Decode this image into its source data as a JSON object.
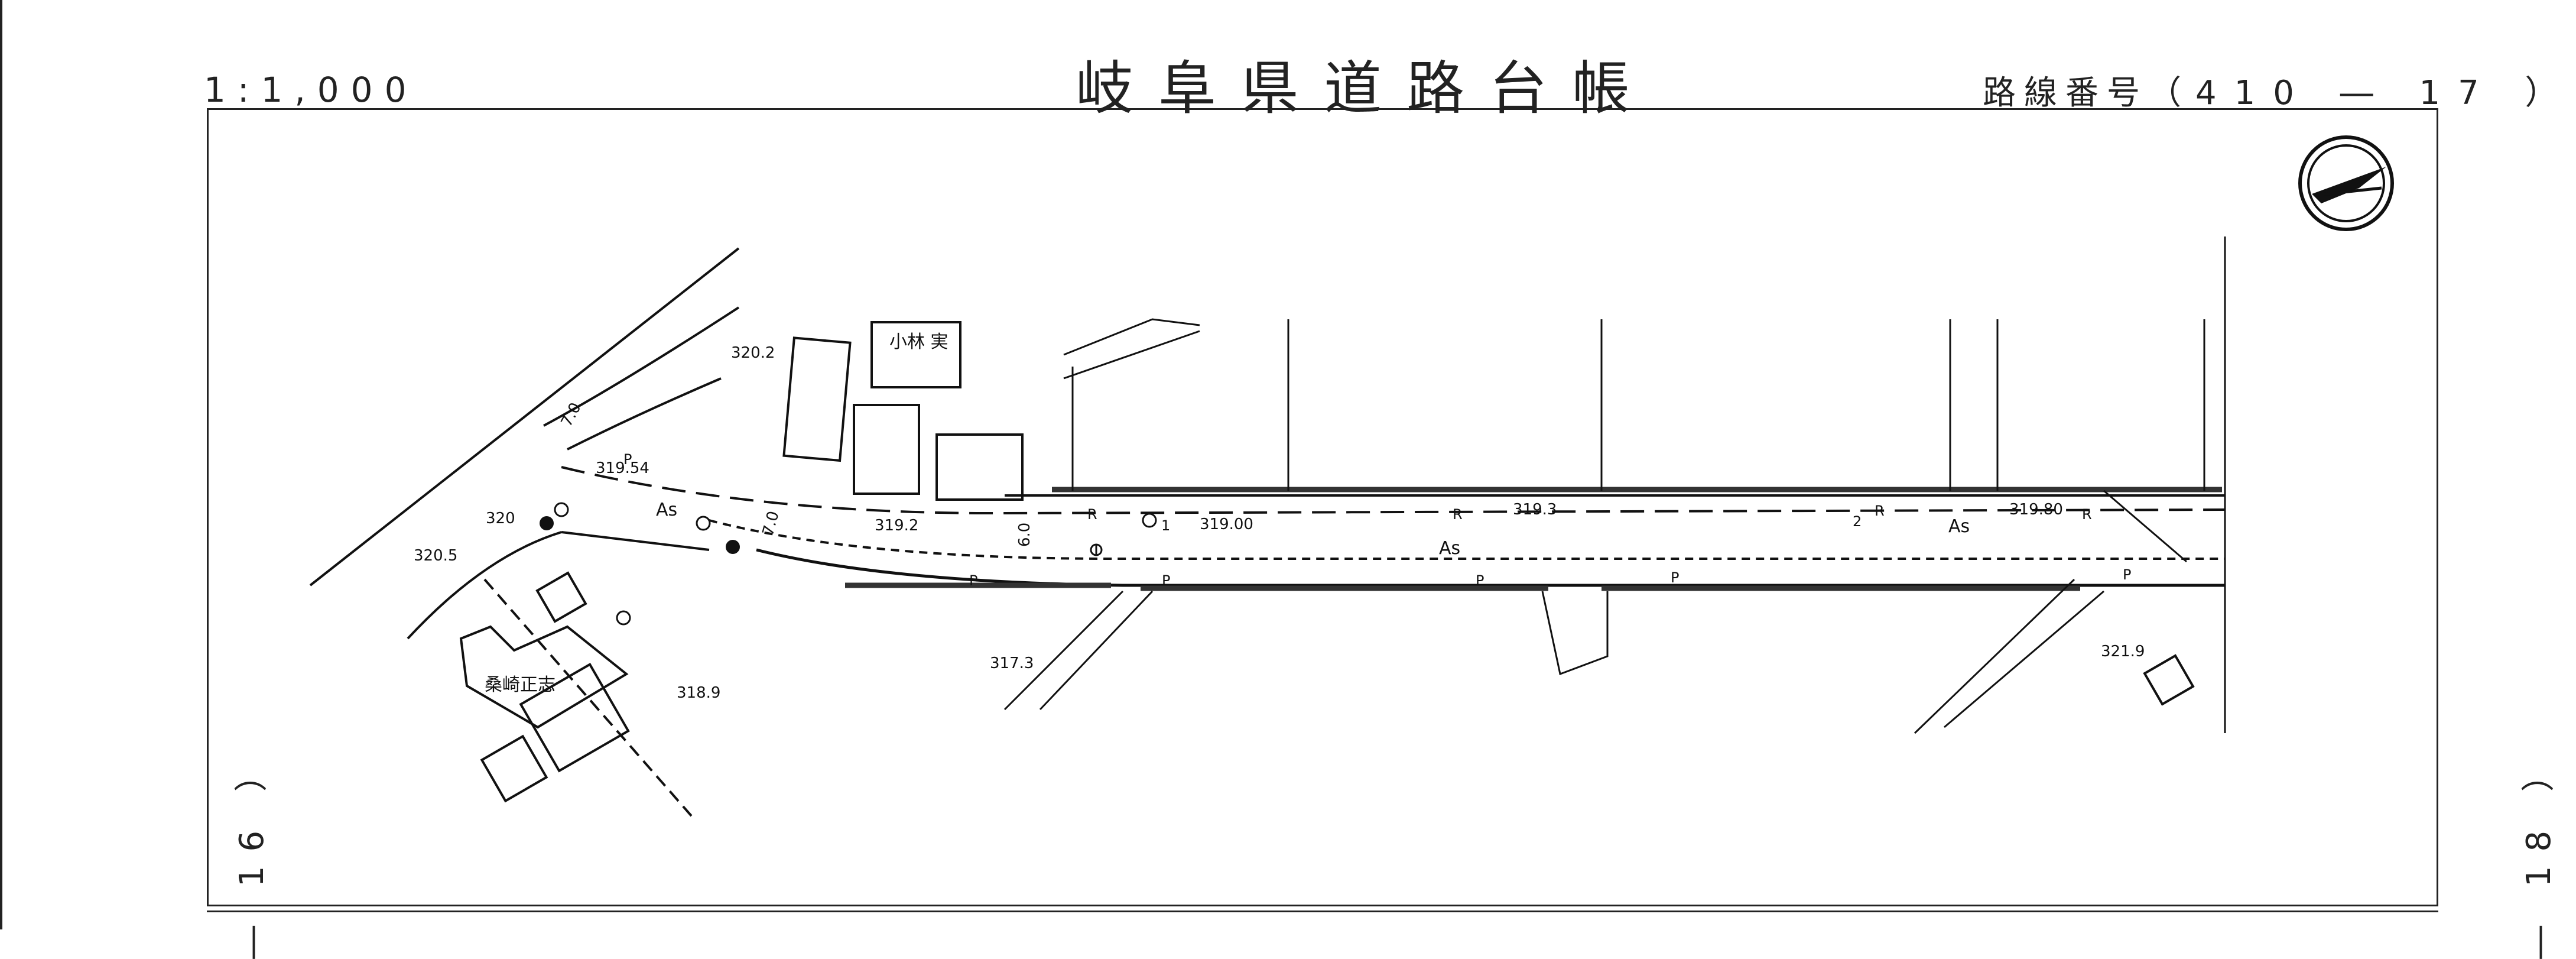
{
  "header": {
    "scale": "1:1,000",
    "title": "岐阜県道路台帳",
    "route_label": "路線番号（",
    "route_number": "410 ― 17 ）"
  },
  "sheet_refs": {
    "left": "― 16 ）",
    "right": "― 18 ）"
  },
  "map": {
    "owners": [
      "小林 実",
      "桑崎正志"
    ],
    "elevations": [
      "320.2",
      "319.54",
      "320.5",
      "319.2",
      "319.00",
      "319.3",
      "319.80",
      "318.9",
      "317.3",
      "321.9",
      "320"
    ],
    "surface": [
      "As",
      "As",
      "As"
    ],
    "road_marks": [
      "R",
      "R",
      "R",
      "R",
      "P",
      "P",
      "P",
      "P",
      "P",
      "P"
    ],
    "widths": [
      "7.0",
      "7.0",
      "6.0"
    ],
    "points": [
      "1",
      "2"
    ],
    "icons": [
      "north-arrow-icon",
      "utility-pole-icon",
      "fire-hydrant-icon",
      "manhole-icon"
    ]
  }
}
